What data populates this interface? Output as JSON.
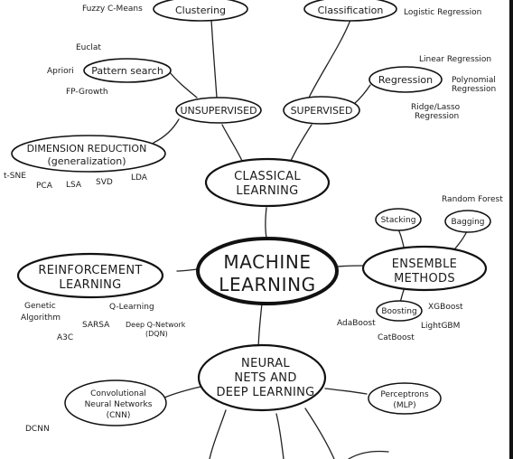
{
  "center": {
    "line1": "MACHINE",
    "line2": "LEARNING"
  },
  "classical": {
    "line1": "CLASSICAL",
    "line2": "LEARNING",
    "unsupervised": "UNSUPERVISED",
    "supervised": "SUPERVISED",
    "clustering": "Clustering",
    "clustering_items": [
      "Fuzzy C-Means"
    ],
    "classification": "Classification",
    "classification_items": [
      "Logistic Regression"
    ],
    "pattern_search": "Pattern search",
    "pattern_items": [
      "Euclat",
      "Apriori",
      "FP-Growth"
    ],
    "regression": "Regression",
    "regression_items": [
      "Linear Regression",
      "Polynomial",
      "Regression",
      "Ridge/Lasso",
      "Regression"
    ],
    "dimension_reduction": {
      "line1": "DIMENSION REDUCTION",
      "line2": "(generalization)"
    },
    "dimension_items": [
      "t-SNE",
      "PCA",
      "LSA",
      "SVD",
      "LDA"
    ]
  },
  "ensemble": {
    "line1": "ENSEMBLE",
    "line2": "METHODS",
    "stacking": "Stacking",
    "bagging": "Bagging",
    "boosting": "Boosting",
    "items": [
      "Random Forest",
      "XGBoost",
      "AdaBoost",
      "LightGBM",
      "CatBoost"
    ]
  },
  "reinforcement": {
    "line1": "REINFORCEMENT",
    "line2": "LEARNING",
    "items": [
      "Genetic",
      "Algorithm",
      "Q-Learning",
      "SARSA",
      "Deep Q-Network",
      "(DQN)",
      "A3C"
    ]
  },
  "neural": {
    "line1": "NEURAL",
    "line2": "NETS AND",
    "line3": "DEEP LEARNING",
    "cnn": {
      "line1": "Convolutional",
      "line2": "Neural Networks",
      "line3": "(CNN)"
    },
    "cnn_items": [
      "DCNN"
    ],
    "perceptrons": {
      "line1": "Perceptrons",
      "line2": "(MLP)"
    }
  }
}
